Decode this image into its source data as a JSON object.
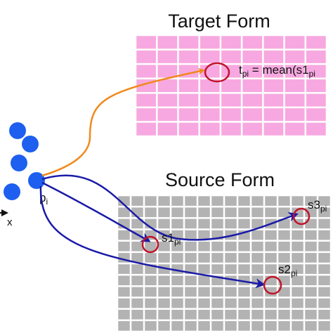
{
  "target_form": {
    "title": "Target Form",
    "fill_color": "#f7a8e0",
    "rows": 7,
    "cols": 9
  },
  "source_form": {
    "title": "Source Form",
    "fill_color": "#b3b3b3",
    "rows": 12,
    "cols": 16
  },
  "labels": {
    "p_main": "p",
    "p_sub": "i",
    "t_main": "t",
    "t_sub": "pi",
    "t_eq": " = mean(s1",
    "t_eq_sub": "pi",
    "s1_main": "s1",
    "s1_sub": "pi",
    "s2_main": "s2",
    "s2_sub": "pi",
    "s3_main": "s3",
    "s3_sub": "pi",
    "axis_x": "x"
  },
  "colors": {
    "points": "#1e5ff0",
    "target_arrow": "#f08a1e",
    "source_arrows": "#1a1aa8",
    "circles": "#c0142a"
  }
}
